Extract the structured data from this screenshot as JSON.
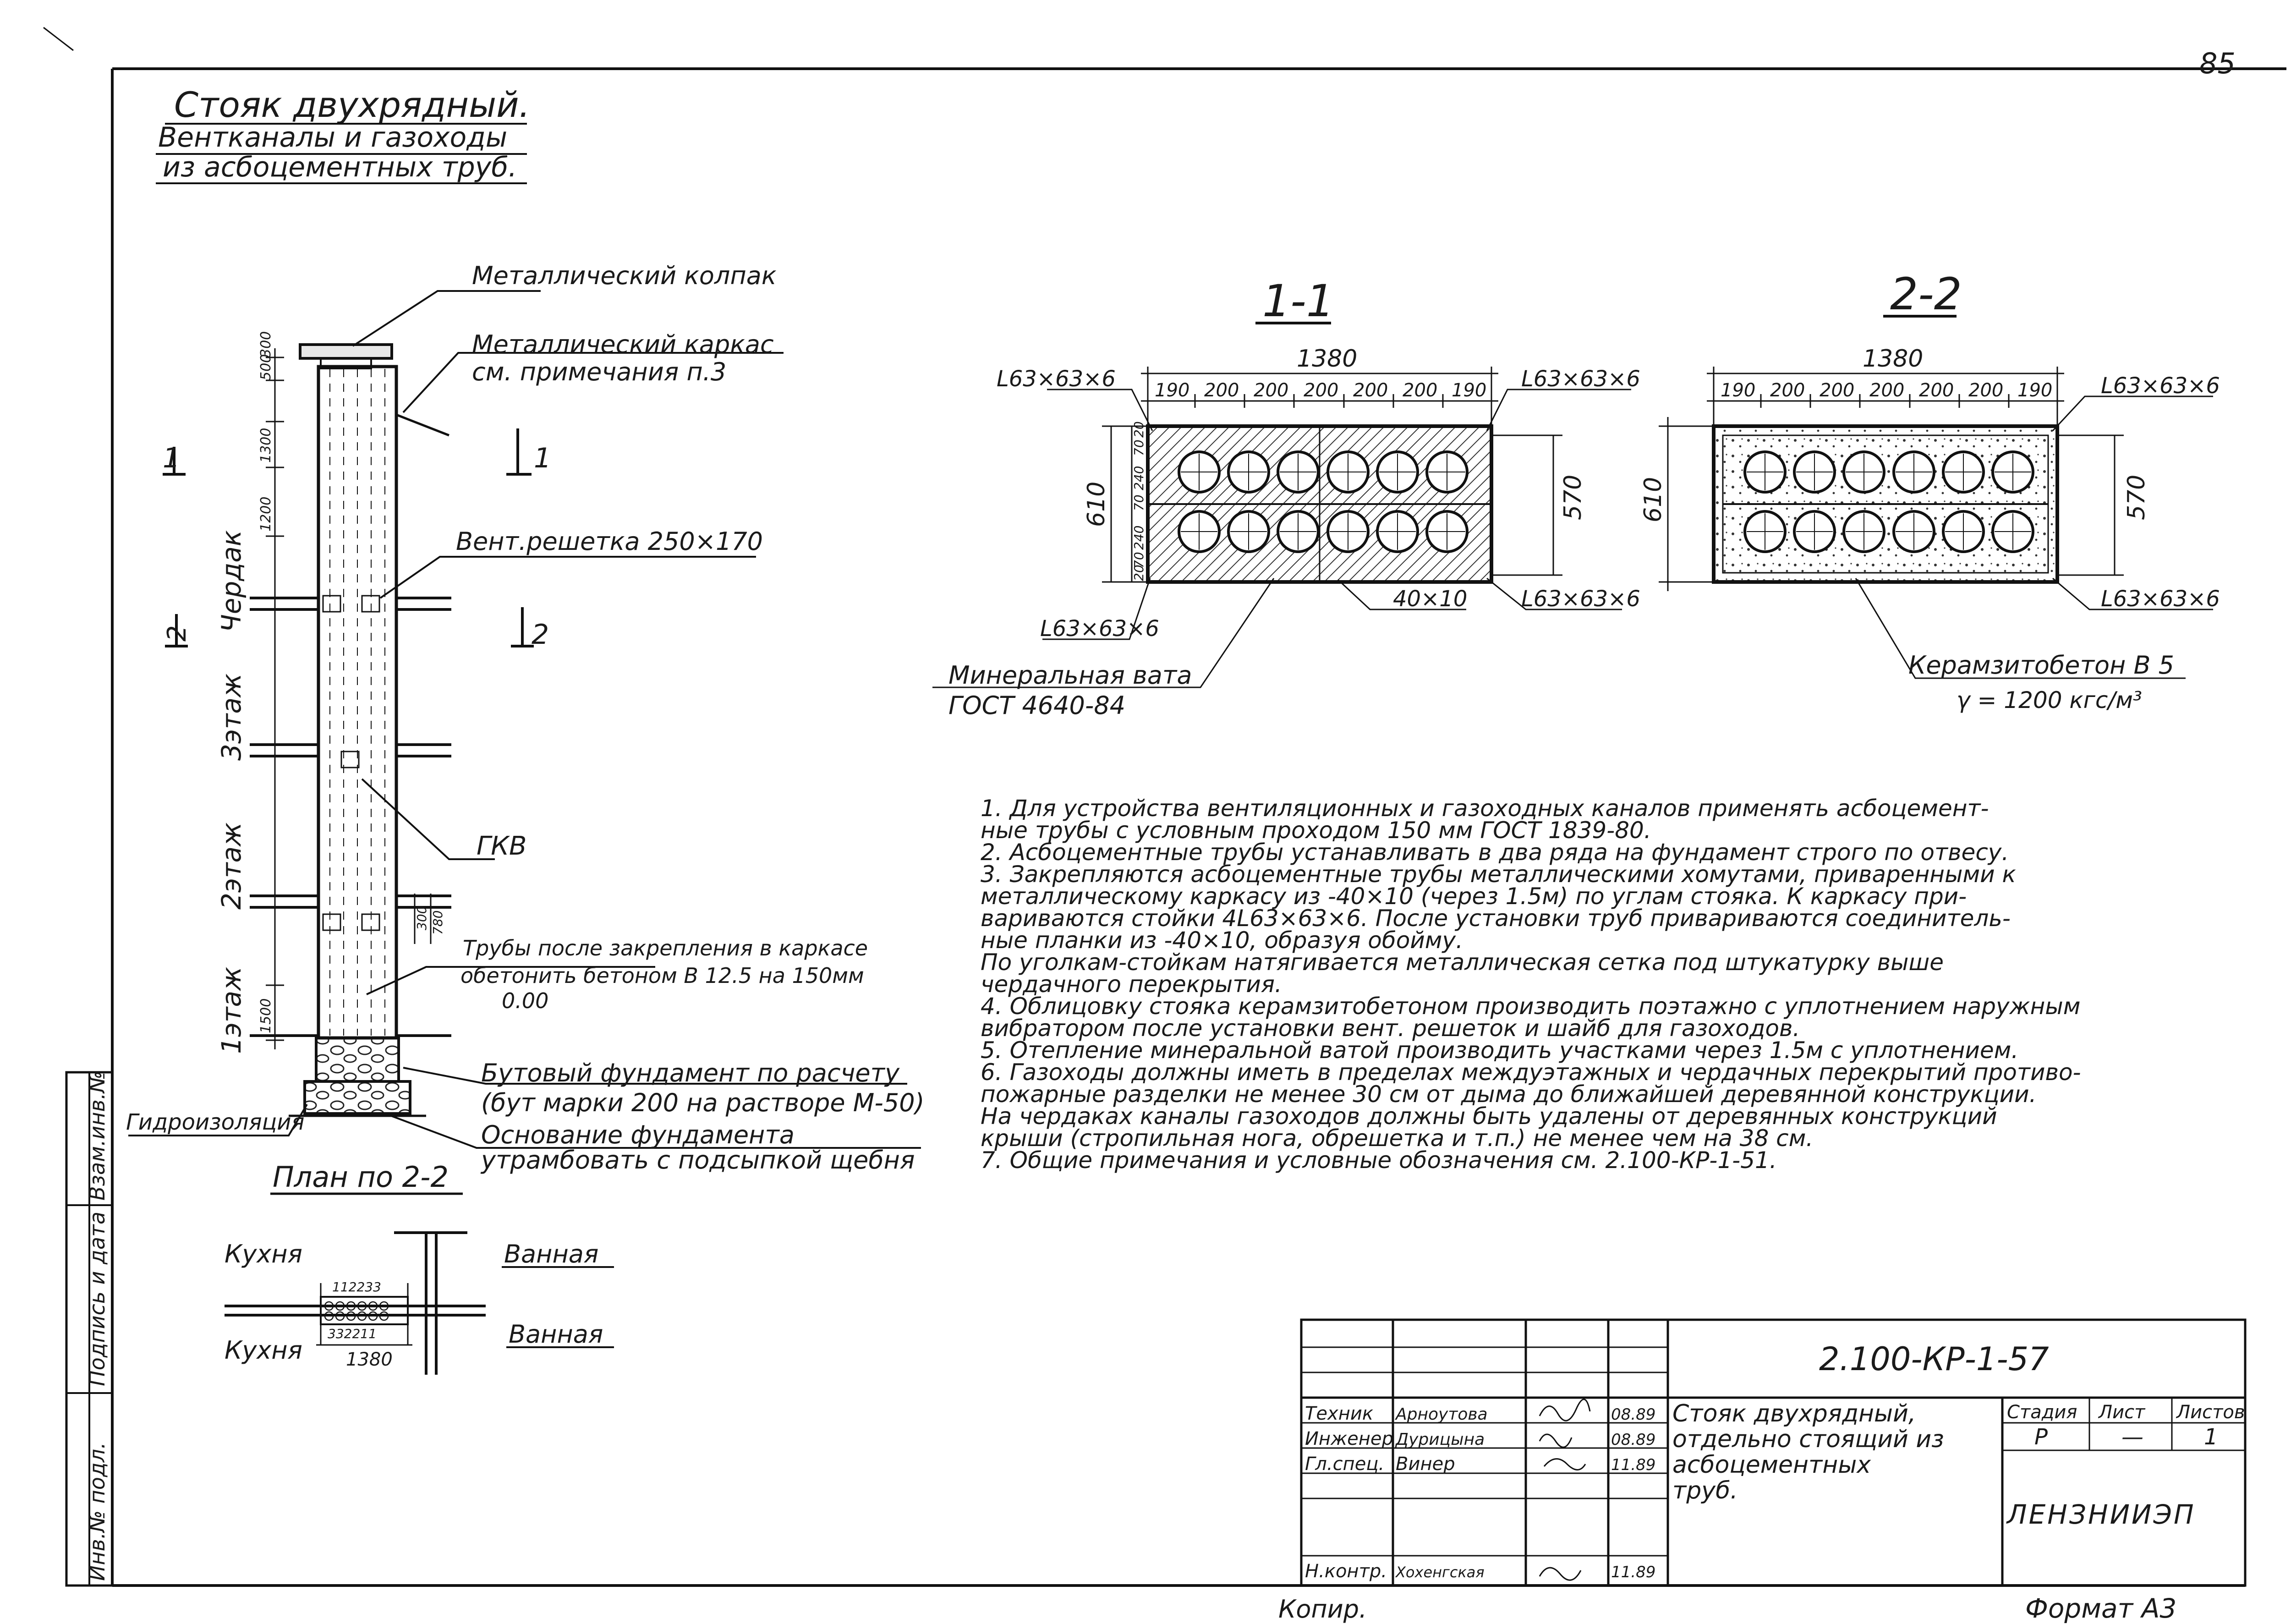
{
  "page_number": "85",
  "title": {
    "line1": "Стояк двухрядный.",
    "line2": "Вентканалы и газоходы",
    "line3": "из асбоцементных труб."
  },
  "elevation": {
    "callouts": {
      "metal_cap": "Металлический колпак",
      "metal_frame": "Металлический каркас",
      "metal_frame_note": "см. примечания п.3",
      "vent_grille": "Вент.решетка 250×170",
      "gkv": "ГКВ",
      "pipes_after_fix_1": "Трубы после закрепления в каркасе",
      "pipes_after_fix_2": "обетонить бетоном В 12.5 на 150мм",
      "zero_mark": "0.00",
      "rubble_1": "Бутовый фундамент по расчету",
      "rubble_2": "(бут марки 200 на растворе М-50)",
      "base_1": "Основание фундамента",
      "base_2": "утрамбовать с подсыпкой щебня",
      "waterproof": "Гидроизоляция"
    },
    "floors": [
      "Чердак",
      "3этаж",
      "2этаж",
      "1этаж"
    ],
    "section_marks": [
      "1",
      "1",
      "2",
      "2"
    ],
    "dims": [
      "500",
      "300",
      "1300",
      "1200",
      "300",
      "780",
      "1500"
    ]
  },
  "plan": {
    "title": "План по 2-2",
    "kitchen": "Кухня",
    "bath": "Ванная",
    "row_top": "112233",
    "row_bottom": "332211",
    "width": "1380"
  },
  "section_1": {
    "label": "1-1",
    "total_width": "1380",
    "spacings": [
      "190",
      "200",
      "200",
      "200",
      "200",
      "200",
      "190"
    ],
    "left_dims": [
      "20",
      "70",
      "240",
      "70",
      "240",
      "70",
      "20"
    ],
    "height_outer": "610",
    "height_inner": "570",
    "angle_tl": "L63×63×6",
    "angle_tr": "L63×63×6",
    "angle_bl": "L63×63×6",
    "angle_br": "L63×63×6",
    "strip": "40×10",
    "insul_1": "Минеральная вата",
    "insul_2": "ГОСТ 4640-84"
  },
  "section_2": {
    "label": "2-2",
    "total_width": "1380",
    "spacings": [
      "190",
      "200",
      "200",
      "200",
      "200",
      "200",
      "190"
    ],
    "height_outer": "610",
    "height_inner": "570",
    "angle_tr": "L63×63×6",
    "angle_br": "L63×63×6",
    "concrete_1": "Керамзитобетон В 5",
    "concrete_2": "γ = 1200 кгс/м³"
  },
  "notes": [
    "1. Для устройства вентиляционных и газоходных каналов применять асбоцемент-",
    "   ные трубы с условным проходом 150 мм ГОСТ 1839-80.",
    "2. Асбоцементные трубы устанавливать в два ряда на фундамент строго по отвесу.",
    "3. Закрепляются асбоцементные трубы металлическими хомутами, приваренными к",
    "   металлическому каркасу из -40×10 (через 1.5м) по углам стояка. К каркасу при-",
    "   вариваются стойки 4L63×63×6. После установки труб привариваются соединитель-",
    "   ные планки из -40×10, образуя обойму.",
    "   По уголкам-стойкам натягивается металлическая сетка под штукатурку выше",
    "   чердачного перекрытия.",
    "4. Облицовку стояка керамзитобетоном производить поэтажно с уплотнением наружным",
    "   вибратором после установки вент. решеток и шайб для газоходов.",
    "5. Отепление минеральной ватой производить участками через 1.5м с уплотнением.",
    "6. Газоходы должны иметь в пределах междуэтажных и чердачных перекрытий противо-",
    "   пожарные разделки не менее 30 см от дыма до ближайшей деревянной конструкции.",
    "   На чердаках каналы газоходов должны быть удалены от деревянных конструкций",
    "   крыши (стропильная нога, обрешетка и т.п.) не менее чем на 38 см.",
    "7. Общие примечания и условные обозначения см. 2.100-КР-1-51."
  ],
  "stamp": {
    "doc_code": "2.100-КР-1-57",
    "roles": [
      "Техник",
      "Инженер",
      "Гл.спец.",
      "Н.контр."
    ],
    "names": [
      "Арноутова",
      "Дурицына",
      "Винер",
      "Хохенгская"
    ],
    "dates": [
      "08.89",
      "08.89",
      "11.89",
      "11.89"
    ],
    "title_1": "Стояк двухрядный,",
    "title_2": "отдельно стоящий из",
    "title_3": "асбоцементных",
    "title_4": "труб.",
    "hdr_stage": "Стадия",
    "hdr_sheet": "Лист",
    "hdr_sheets": "Листов",
    "stage": "Р",
    "sheet": "—",
    "sheets": "1",
    "org": "ЛЕНЗНИИЭП"
  },
  "margin_labels": [
    "Инв.№ подл.",
    "Подпись и дата",
    "Взам.инв.№"
  ],
  "footer": {
    "copied": "Копир.",
    "format": "Формат А3"
  }
}
